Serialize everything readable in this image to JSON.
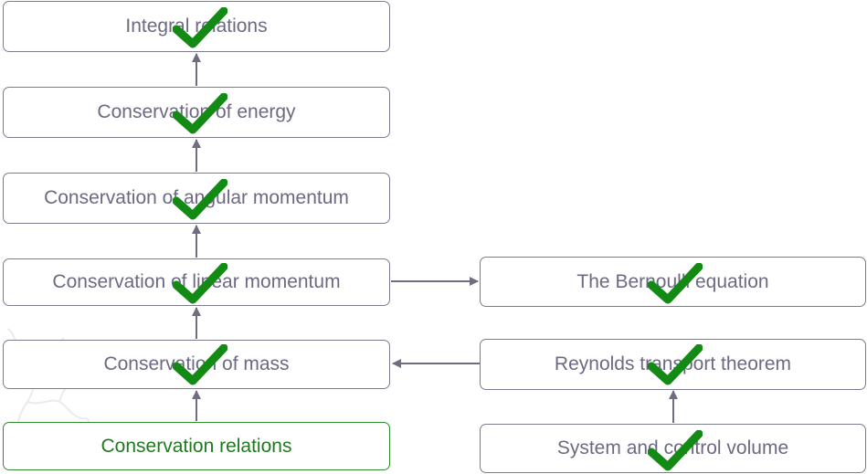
{
  "colors": {
    "box_border": "#7d7b8f",
    "text": "#6c6a82",
    "active_border": "#2e8b2e",
    "active_text": "#1f7a1f",
    "check": "#138a13",
    "arrow": "#6f6d80"
  },
  "nodes": {
    "integral": {
      "label": "Integral relations",
      "completed": true,
      "icon": "checkmark-icon"
    },
    "energy": {
      "label": "Conservation of energy",
      "completed": true,
      "icon": "checkmark-icon"
    },
    "angular": {
      "label": "Conservation of angular momentum",
      "completed": true,
      "icon": "checkmark-icon"
    },
    "linear": {
      "label": "Conservation of linear momentum",
      "completed": true,
      "icon": "checkmark-icon"
    },
    "mass": {
      "label": "Conservation of mass",
      "completed": true,
      "icon": "checkmark-icon"
    },
    "relations": {
      "label": "Conservation relations",
      "completed": false,
      "current": true
    },
    "bernoulli": {
      "label": "The Bernoulli equation",
      "completed": true,
      "icon": "checkmark-icon"
    },
    "reynolds": {
      "label": "Reynolds transport theorem",
      "completed": true,
      "icon": "checkmark-icon"
    },
    "system": {
      "label": "System and control volume",
      "completed": true,
      "icon": "checkmark-icon"
    }
  },
  "edges": [
    {
      "from": "relations",
      "to": "mass"
    },
    {
      "from": "mass",
      "to": "linear"
    },
    {
      "from": "linear",
      "to": "angular"
    },
    {
      "from": "angular",
      "to": "energy"
    },
    {
      "from": "energy",
      "to": "integral"
    },
    {
      "from": "linear",
      "to": "bernoulli"
    },
    {
      "from": "reynolds",
      "to": "mass"
    },
    {
      "from": "system",
      "to": "reynolds"
    }
  ]
}
